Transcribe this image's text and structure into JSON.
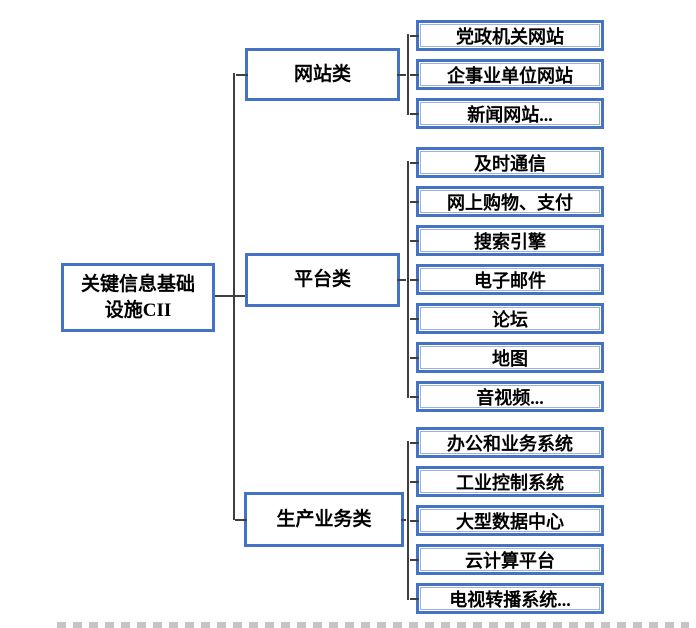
{
  "colors": {
    "box_border": "#4472C4",
    "box_inner_line": "#9DB1DA",
    "connector": "#3F3F3F",
    "text": "#000000"
  },
  "root": {
    "label_line1": "关键信息基础",
    "label_line2": "设施CII"
  },
  "groups": [
    {
      "category": "网站类",
      "leaves": [
        "党政机关网站",
        "企事业单位网站",
        "新闻网站..."
      ]
    },
    {
      "category": "平台类",
      "leaves": [
        "及时通信",
        "网上购物、支付",
        "搜索引擎",
        "电子邮件",
        "论坛",
        "地图",
        "音视频..."
      ]
    },
    {
      "category": "生产业务类",
      "leaves": [
        "办公和业务系统",
        "工业控制系统",
        "大型数据中心",
        "云计算平台",
        "电视转播系统..."
      ]
    }
  ]
}
